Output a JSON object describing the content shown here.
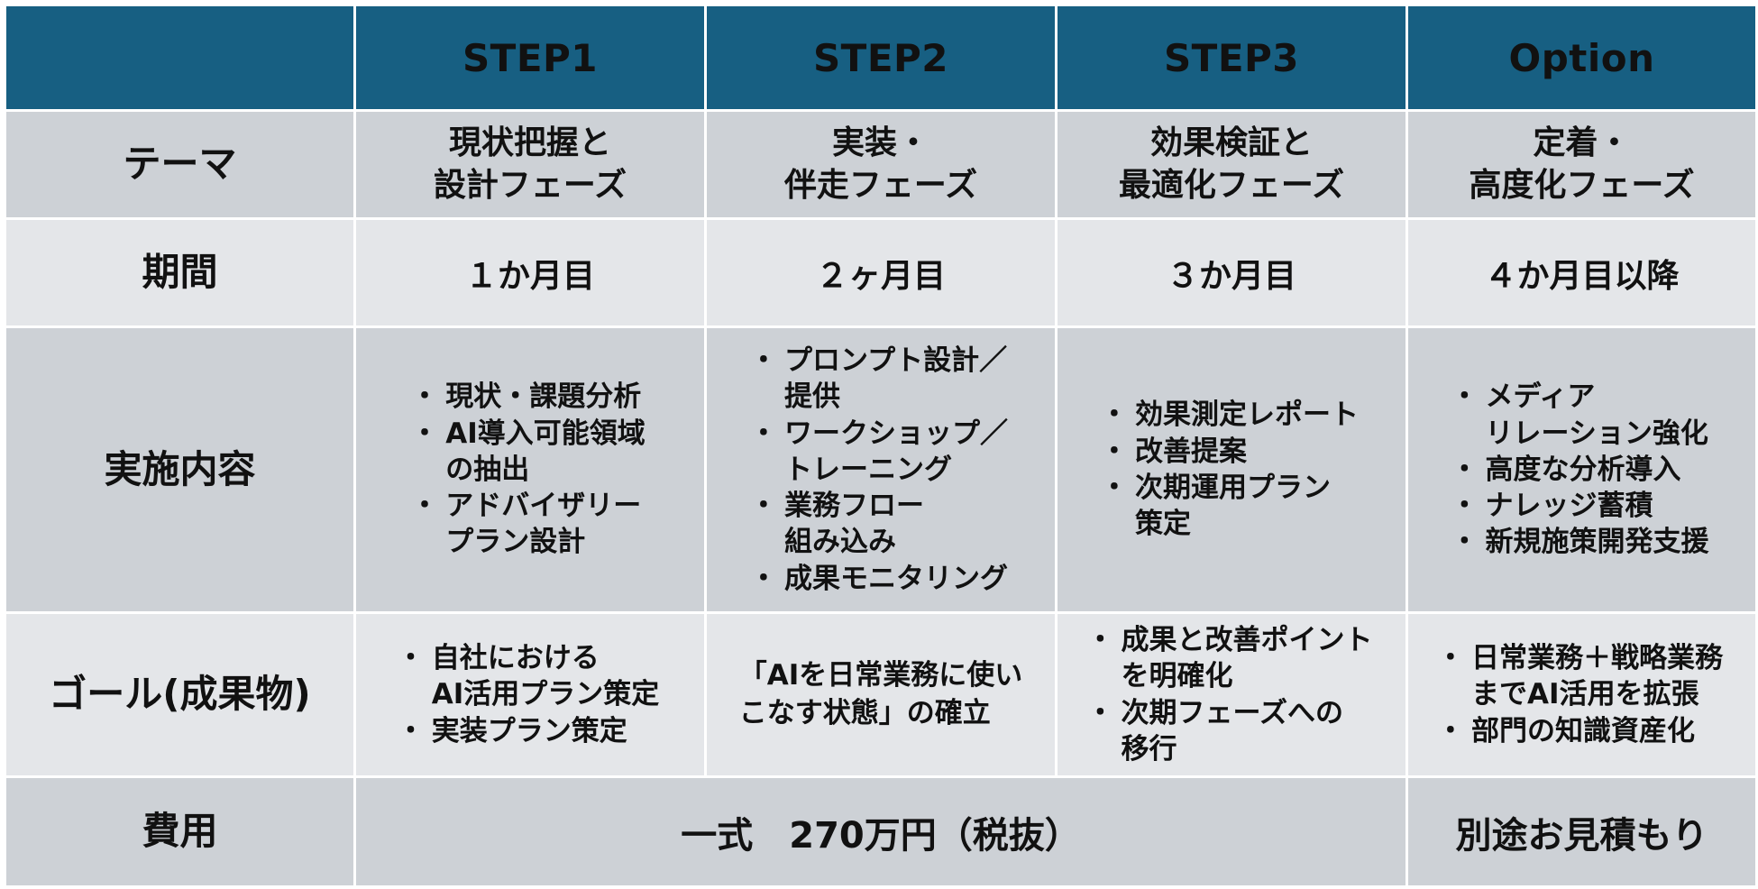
{
  "header": {
    "blank": "",
    "step1": "STEP1",
    "step2": "STEP2",
    "step3": "STEP3",
    "option": "Option"
  },
  "rows": {
    "theme": {
      "label": "テーマ",
      "step1": [
        "現状把握と",
        "設計フェーズ"
      ],
      "step2": [
        "実装・",
        "伴走フェーズ"
      ],
      "step3": [
        "効果検証と",
        "最適化フェーズ"
      ],
      "option": [
        "定着・",
        "高度化フェーズ"
      ]
    },
    "period": {
      "label": "期間",
      "step1": "１か月目",
      "step2": "２ヶ月目",
      "step3": "３か月目",
      "option": "４か月目以降"
    },
    "content": {
      "label": "実施内容",
      "step1": [
        [
          "現状・課題分析"
        ],
        [
          "AI導入可能領域",
          "の抽出"
        ],
        [
          "アドバイザリー",
          "プラン設計"
        ]
      ],
      "step2": [
        [
          "プロンプト設計／",
          "提供"
        ],
        [
          "ワークショップ／",
          "トレーニング"
        ],
        [
          "業務フロー",
          "組み込み"
        ],
        [
          "成果モニタリング"
        ]
      ],
      "step3": [
        [
          "効果測定レポート"
        ],
        [
          "改善提案"
        ],
        [
          "次期運用プラン",
          "策定"
        ]
      ],
      "option": [
        [
          "メディア",
          "リレーション強化"
        ],
        [
          "高度な分析導入"
        ],
        [
          "ナレッジ蓄積"
        ],
        [
          "新規施策開発支援"
        ]
      ]
    },
    "goal": {
      "label": "ゴール(成果物)",
      "step1": [
        [
          "自社における",
          "AI活用プラン策定"
        ],
        [
          "実装プラン策定"
        ]
      ],
      "step2": [
        "「AIを日常業務に使い",
        "こなす状態」の確立"
      ],
      "step3": [
        [
          "成果と改善ポイント",
          "を明確化"
        ],
        [
          "次期フェーズへの",
          "移行"
        ]
      ],
      "option": [
        [
          "日常業務＋戦略業務",
          "までAI活用を拡張"
        ],
        [
          "部門の知識資産化"
        ]
      ]
    },
    "cost": {
      "label": "費用",
      "steps": "一式　270万円（税抜）",
      "option": "別途お見積もり"
    }
  },
  "colors": {
    "header_bg": "#175f82",
    "row_dark": "#cdd1d6",
    "row_light": "#e4e6e9"
  }
}
